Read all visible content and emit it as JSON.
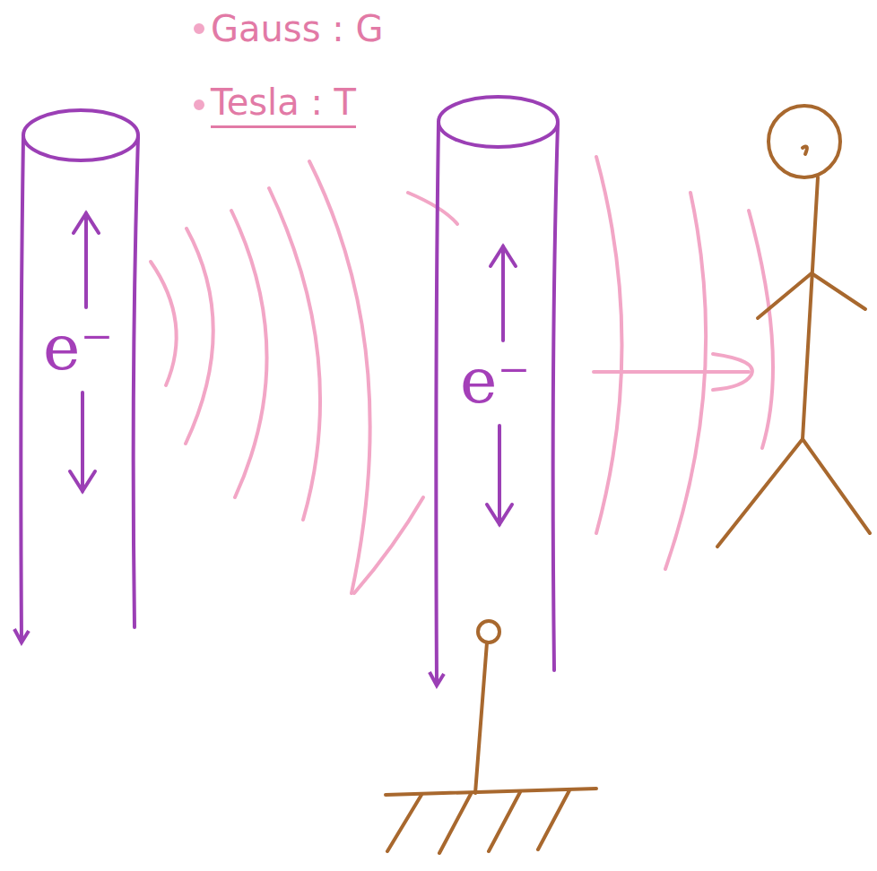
{
  "diagram": {
    "nodes": [
      {
        "text": [
          "e⁻"
        ]
      },
      {
        "text": [
          "e⁻"
        ]
      }
    ],
    "labels": [
      "Gauss : G",
      "Tesla : T"
    ]
  }
}
